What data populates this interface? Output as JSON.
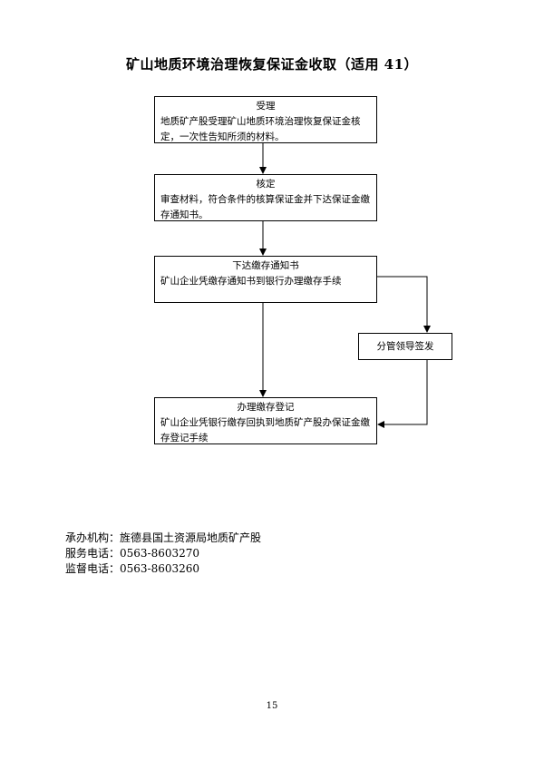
{
  "title": "矿山地质环境治理恢复保证金收取（适用 41）",
  "flow": {
    "step1": {
      "head": "受理",
      "body": "地质矿产股受理矿山地质环境治理恢复保证金核定，一次性告知所须的材料。"
    },
    "step2": {
      "head": "核定",
      "body": "审查材料，符合条件的核算保证金并下达保证金缴存通知书。"
    },
    "step3": {
      "head": "下达缴存通知书",
      "body": "矿山企业凭缴存通知书到银行办理缴存手续"
    },
    "side": {
      "text": "分管领导签发"
    },
    "step4": {
      "head": "办理缴存登记",
      "body": "矿山企业凭银行缴存回执到地质矿产股办保证金缴存登记手续"
    }
  },
  "footer": {
    "org_label": "承办机构：",
    "org_value": "旌德县国土资源局地质矿产股",
    "service_label": "服务电话：",
    "service_value": "0563-8603270",
    "supervise_label": "监督电话：",
    "supervise_value": "0563-8603260"
  },
  "page_number": "15"
}
